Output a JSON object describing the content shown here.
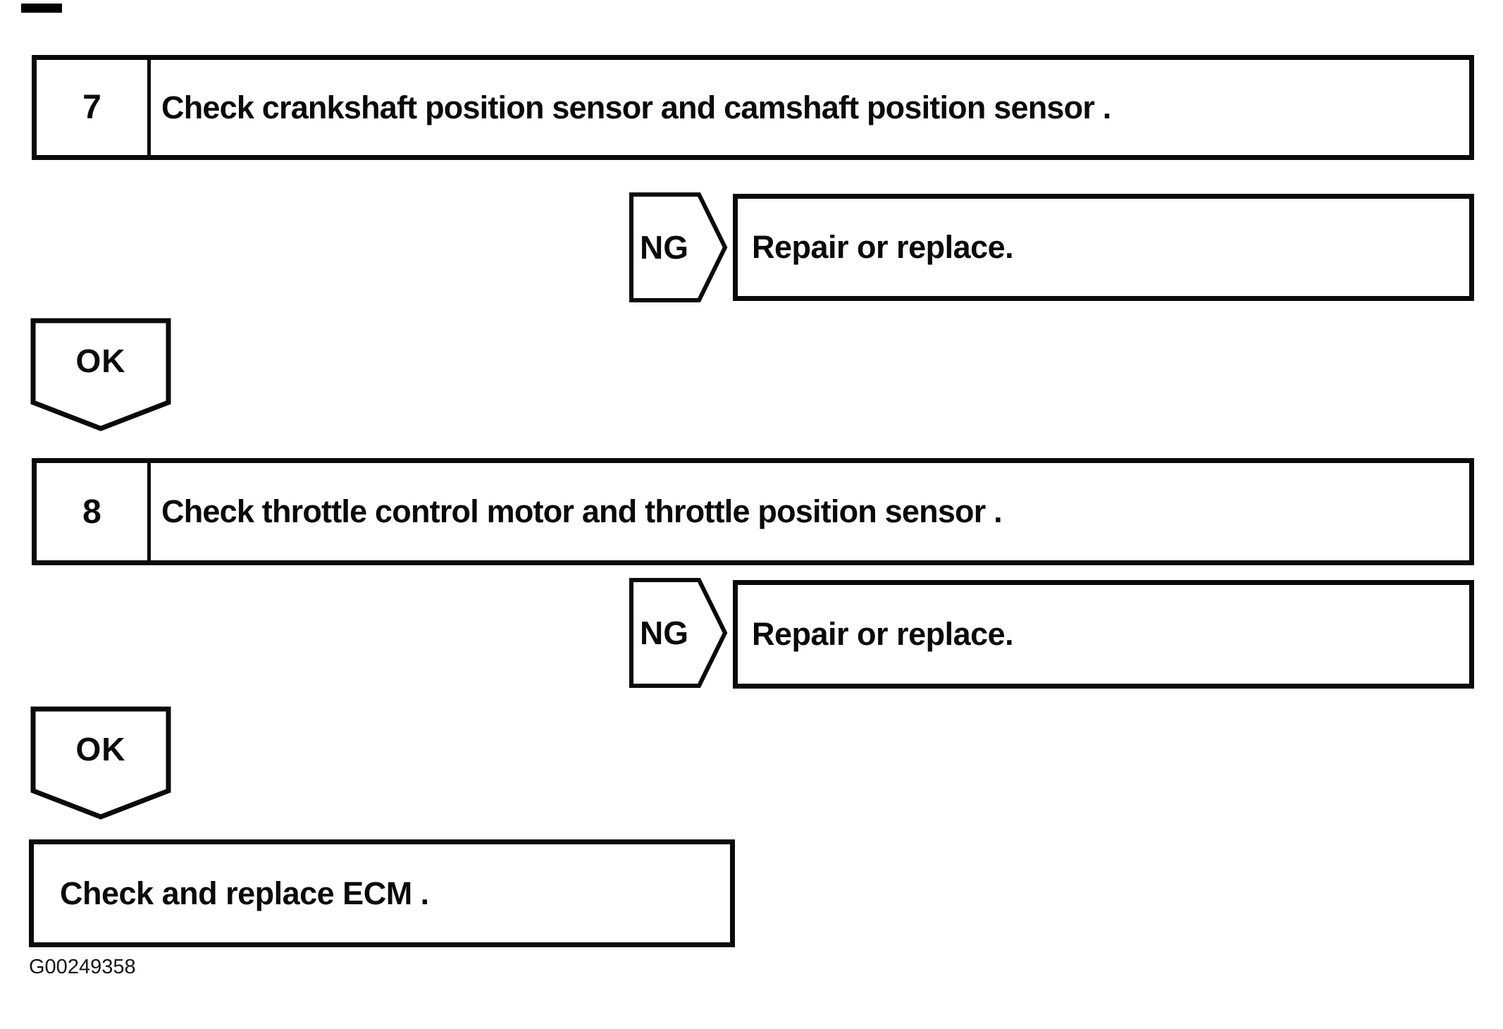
{
  "page": {
    "background": "#ffffff",
    "ink": "#0a0a0a"
  },
  "figure_code": "G00249358",
  "steps": [
    {
      "number": "7",
      "instruction": "Check crankshaft position sensor and camshaft position sensor ."
    },
    {
      "number": "8",
      "instruction": "Check throttle control motor and throttle position sensor ."
    }
  ],
  "branches": [
    {
      "result_label": "NG",
      "action": "Repair or replace."
    },
    {
      "result_label": "NG",
      "action": "Repair or replace."
    }
  ],
  "ok_connectors": [
    {
      "label": "OK"
    },
    {
      "label": "OK"
    }
  ],
  "terminal": {
    "text": "Check and replace ECM ."
  }
}
